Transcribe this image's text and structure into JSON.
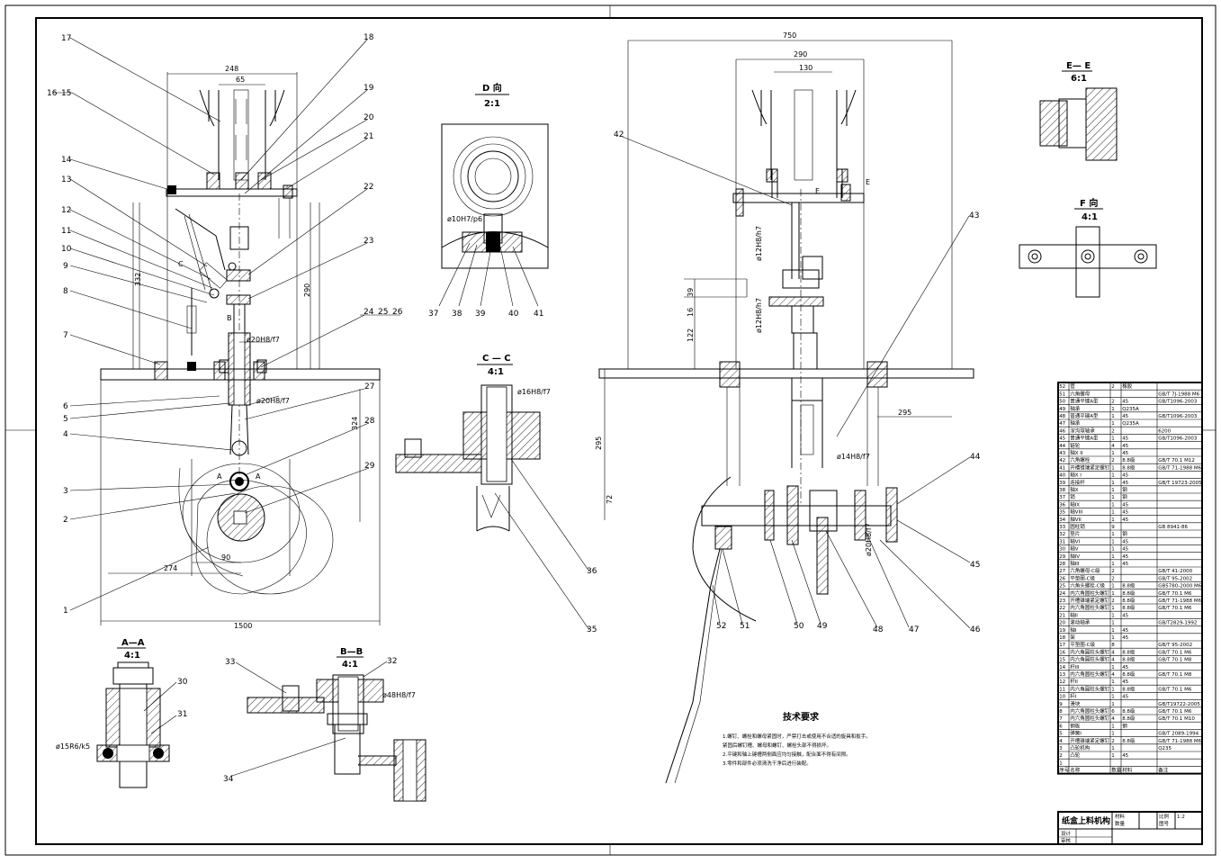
{
  "part_numbers_left": [
    "17",
    "16",
    "15",
    "14",
    "13",
    "12",
    "11",
    "10",
    "9",
    "8",
    "7",
    "6",
    "5",
    "4",
    "3",
    "2",
    "1"
  ],
  "part_numbers_mid": [
    "18",
    "19",
    "20",
    "21",
    "22",
    "23",
    "24",
    "25",
    "26",
    "27",
    "28",
    "29"
  ],
  "part_numbers_d": [
    "37",
    "38",
    "39",
    "40",
    "41"
  ],
  "part_numbers_right_bottom": [
    "52",
    "51",
    "50",
    "49",
    "48",
    "47",
    "46",
    "45",
    "44",
    "43",
    "42"
  ],
  "part_numbers_sections": [
    "30",
    "31",
    "32",
    "33",
    "34",
    "35",
    "36"
  ],
  "views": {
    "d": {
      "title": "D  向",
      "scale": "2:1"
    },
    "cc": {
      "title": "C — C",
      "scale": "4:1"
    },
    "aa": {
      "title": "A—A",
      "scale": "4:1"
    },
    "bb": {
      "title": "B—B",
      "scale": "4:1"
    },
    "ee": {
      "title": "E— E",
      "scale": "6:1"
    },
    "f": {
      "title": "F  向",
      "scale": "4:1"
    }
  },
  "dims_left": [
    "248",
    "65",
    "332",
    "290",
    "324",
    "274",
    "90",
    "1500"
  ],
  "dims_right": [
    "750",
    "290",
    "130",
    "16",
    "39",
    "122",
    "295",
    "295",
    "72"
  ],
  "fits": {
    "d_fit": "ø10H7/p6",
    "cc_fit": "ø16H8/f7",
    "bb_fit": "ø48H8/f7",
    "aa_fit": "ø15R6/k5",
    "left_fit1": "ø20H8/f7",
    "left_fit2": "ø20H8/f7",
    "right_fit1": "ø14H8/f7",
    "right_fit2": "ø20H8/f7",
    "right_fit3": "ø12H8/h7",
    "right_fit4": "ø12H8/h7"
  },
  "labels": {
    "ee_mark": "E",
    "ee_mark2": "E",
    "a_mark": "A",
    "b_mark": "B",
    "c_mark": "C"
  },
  "tech": {
    "title": "技术要求",
    "lines": [
      "1.螺钉、螺栓和螺母紧固时，严禁打击或使用不合适的旋具和扳手。",
      "  紧固后螺钉槽、螺母和螺钉、螺栓头部不得损坏。",
      "2.平键和轴上键槽两侧面应均匀接触，配合面不得有间隙。",
      "3.零件和部件必须清洗干净后进行装配。"
    ]
  },
  "bom": [
    [
      "52",
      "管",
      "2",
      "橡胶",
      ""
    ],
    [
      "51",
      "六角螺母",
      "",
      " ",
      "GB/T 7J-1988 M6"
    ],
    [
      "50",
      "普通平键A型",
      "2",
      "45",
      "GB/T1096-2003"
    ],
    [
      "49",
      "轴承",
      "1",
      "Q235A",
      ""
    ],
    [
      "48",
      "普通平键A型",
      "1",
      "45",
      "GB/T1096-2003"
    ],
    [
      "47",
      "轴承",
      "1",
      "Q235A",
      ""
    ],
    [
      "46",
      "深沟球轴承",
      "2",
      "",
      "6200"
    ],
    [
      "45",
      "普通平键A型",
      "1",
      "45",
      "GB/T1096-2003"
    ],
    [
      "44",
      "链轮",
      "4",
      "45",
      ""
    ],
    [
      "43",
      "轴X II",
      "1",
      "45",
      ""
    ],
    [
      "42",
      "六角螺栓",
      "2",
      "8.8级",
      "GB/T 70.1 M12"
    ],
    [
      "41",
      "开槽锥端紧定螺钉",
      "1",
      "8.8级",
      "GB/T 71-1988 M6"
    ],
    [
      "40",
      "轴X I",
      "1",
      "45",
      ""
    ],
    [
      "39",
      "连接杆",
      "1",
      "45",
      "GB/T 19723-2005"
    ],
    [
      "38",
      "轴X",
      "1",
      "钢",
      ""
    ],
    [
      "37",
      "销",
      "1",
      "钢",
      ""
    ],
    [
      "36",
      "轴IX",
      "1",
      "45",
      ""
    ],
    [
      "35",
      "轴VIII",
      "1",
      "45",
      ""
    ],
    [
      "34",
      "轴VII",
      "1",
      "45",
      ""
    ],
    [
      "33",
      "圆柱销",
      "9",
      "",
      "GB 8941-86"
    ],
    [
      "32",
      "垫片",
      "1",
      "钢",
      ""
    ],
    [
      "31",
      "轴VI",
      "1",
      "45",
      ""
    ],
    [
      "30",
      "轴V",
      "1",
      "45",
      ""
    ],
    [
      "29",
      "轴IV",
      "1",
      "45",
      ""
    ],
    [
      "28",
      "轴III",
      "1",
      "45",
      ""
    ],
    [
      "27",
      "六角螺母-C级",
      "2",
      "",
      "GB/T 41-2000"
    ],
    [
      "26",
      "平垫圈-C级",
      "2",
      "",
      "GB/T 95-2002"
    ],
    [
      "25",
      "六角头螺栓-C级",
      "1",
      "8.8级",
      "GB5780-2000 M6"
    ],
    [
      "24",
      "内六角圆柱头螺钉",
      "1",
      "8.8级",
      "GB/T 70.1 M6"
    ],
    [
      "23",
      "开槽锥端紧定螺钉",
      "2",
      "8.8级",
      "GB/T 71-1988 M6"
    ],
    [
      "22",
      "内六角圆柱头螺钉",
      "1",
      "8.8级",
      "GB/T 70.1 M6"
    ],
    [
      "21",
      "轴II",
      "1",
      "45",
      ""
    ],
    [
      "20",
      "滚动轴承",
      "1",
      "",
      "GB/T2829-1992"
    ],
    [
      "19",
      "轴I",
      "1",
      "45",
      ""
    ],
    [
      "18",
      "架",
      "1",
      "45",
      ""
    ],
    [
      "17",
      "平垫圈-C级",
      "8",
      "",
      "GB/T 95-2002"
    ],
    [
      "16",
      "内六角圆柱头螺钉",
      "4",
      "8.8级",
      "GB/T 70.1 M6"
    ],
    [
      "15",
      "内六角圆柱头螺钉",
      "4",
      "8.8级",
      "GB/T 70.1 M8"
    ],
    [
      "14",
      "杆III",
      "1",
      "45",
      ""
    ],
    [
      "13",
      "内六角圆柱头螺钉",
      "4",
      "8.8级",
      "GB/T 70.1 M8"
    ],
    [
      "12",
      "杆II",
      "1",
      "45",
      ""
    ],
    [
      "11",
      "内六角圆柱头螺钉",
      "1",
      "8.8级",
      "GB/T 70.1 M6"
    ],
    [
      "10",
      "杆I",
      "1",
      "45",
      ""
    ],
    [
      "9",
      "滑块",
      "1",
      "",
      "GB/T19722-2005"
    ],
    [
      "8",
      "内六角圆柱头螺钉",
      "6",
      "8.8级",
      "GB/T 70.1 M6"
    ],
    [
      "7",
      "内六角圆柱头螺钉",
      "4",
      "8.8级",
      "GB/T 70.1 M10"
    ],
    [
      "6",
      "钢板",
      "1",
      "钢",
      ""
    ],
    [
      "5",
      "弹簧I",
      "1",
      "",
      "GB/T 2089-1994"
    ],
    [
      "4",
      "开槽锥端紧定螺钉",
      "2",
      "8.8级",
      "GB/T 71-1988 M6"
    ],
    [
      "3",
      "凸轮机构",
      "1",
      "",
      "Q235"
    ],
    [
      "2",
      "凸轮",
      "1",
      "45",
      ""
    ],
    [
      "1",
      "",
      "",
      "",
      ""
    ]
  ],
  "bom_header": [
    "序号",
    "名称",
    "数量",
    "材料",
    "备注"
  ],
  "title_block": {
    "name": "纸盒上料机构",
    "fields": [
      "材料",
      "比例",
      "数量",
      "图号"
    ],
    "scale_val": "1:2",
    "roles": [
      "设计",
      "审核"
    ]
  }
}
